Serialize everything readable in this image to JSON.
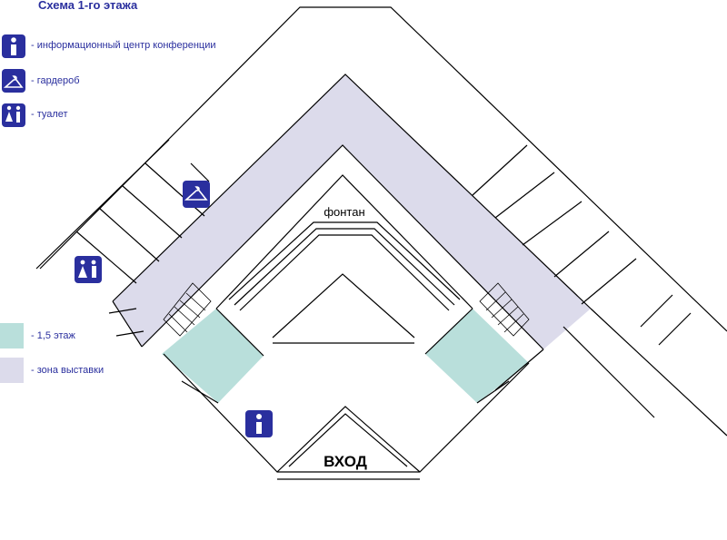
{
  "title": "Схема 1-го этажа",
  "legend": {
    "info": "- информационный центр конференции",
    "wardrobe": "- гардероб",
    "toilet": "- туалет",
    "floor15": "- 1,5 этаж",
    "exhibition": "-  зона выставки"
  },
  "map": {
    "fountain": "фонтан",
    "entrance": "ВХОД"
  },
  "colors": {
    "icon": "#2a2f9e",
    "exhibition_zone": "#dcdbeb",
    "floor_15": "#b9dfdb",
    "walls": "#000000",
    "title_text": "#2a2f9e"
  },
  "icons": [
    "info-icon",
    "wardrobe-icon",
    "toilet-icon"
  ]
}
